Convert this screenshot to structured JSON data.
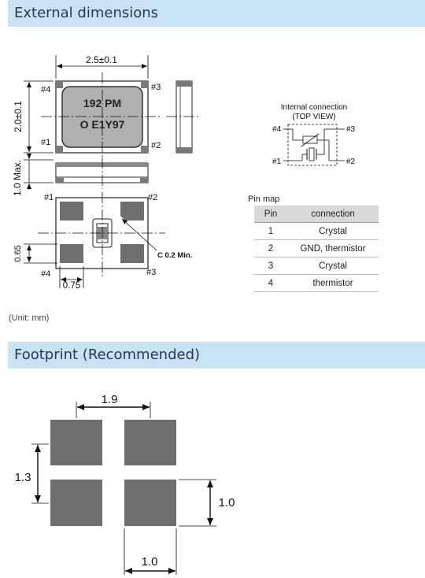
{
  "headers": {
    "external": "External dimensions",
    "footprint": "Footprint (Recommended)"
  },
  "package": {
    "marking_line1": "192 PM",
    "marking_line2": "O E1Y97",
    "dim_width": "2.5±0.1",
    "dim_height": "2.0±0.1",
    "dim_thickness": "1.0 Max.",
    "dim_pad_height": "0.65",
    "dim_pad_width": "0.75",
    "chamfer_note": "C 0.2 Min.",
    "pin1": "#1",
    "pin2": "#2",
    "pin3": "#3",
    "pin4": "#4"
  },
  "internal": {
    "title": "Internal connection",
    "subtitle": "(TOP VIEW)"
  },
  "pin_map": {
    "title": "Pin map",
    "columns": [
      "Pin",
      "connection"
    ],
    "rows": [
      {
        "pin": "1",
        "connection": "Crystal"
      },
      {
        "pin": "2",
        "connection": "GND, thermistor"
      },
      {
        "pin": "3",
        "connection": "Crystal"
      },
      {
        "pin": "4",
        "connection": "thermistor"
      }
    ]
  },
  "unit_note": "(Unit: mm)",
  "footprint": {
    "dim_top": "1.9",
    "dim_left": "1.3",
    "dim_right": "1.0",
    "dim_bottom": "1.0"
  },
  "colors": {
    "header_bg": "#c7e3f4",
    "pad_gray": "#6f6f6f",
    "body_gray": "#a9a9a9"
  }
}
